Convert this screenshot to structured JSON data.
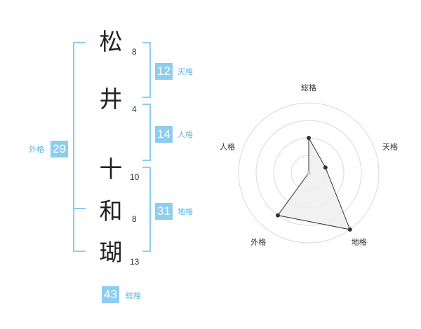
{
  "name": {
    "chars": [
      {
        "char": "松",
        "strokes": "8"
      },
      {
        "char": "井",
        "strokes": "4"
      },
      {
        "char": "十",
        "strokes": "10"
      },
      {
        "char": "和",
        "strokes": "8"
      },
      {
        "char": "瑚",
        "strokes": "13"
      }
    ]
  },
  "fortunes": {
    "tenkaku": {
      "label": "天格",
      "value": "12"
    },
    "jinkaku": {
      "label": "人格",
      "value": "14"
    },
    "chikaku": {
      "label": "地格",
      "value": "31"
    },
    "gaikaku": {
      "label": "外格",
      "value": "29"
    },
    "soukaku": {
      "label": "総格",
      "value": "43"
    }
  },
  "chart_data": {
    "type": "radar",
    "axes": [
      "総格",
      "天格",
      "地格",
      "外格",
      "人格"
    ],
    "values": [
      2,
      1,
      4,
      3,
      0
    ],
    "rmax": 4,
    "rings": 4,
    "colors": {
      "fill": "#eeeeee",
      "stroke": "#333333",
      "grid": "#d9d9d9",
      "accent": "#8ccdf0"
    }
  }
}
